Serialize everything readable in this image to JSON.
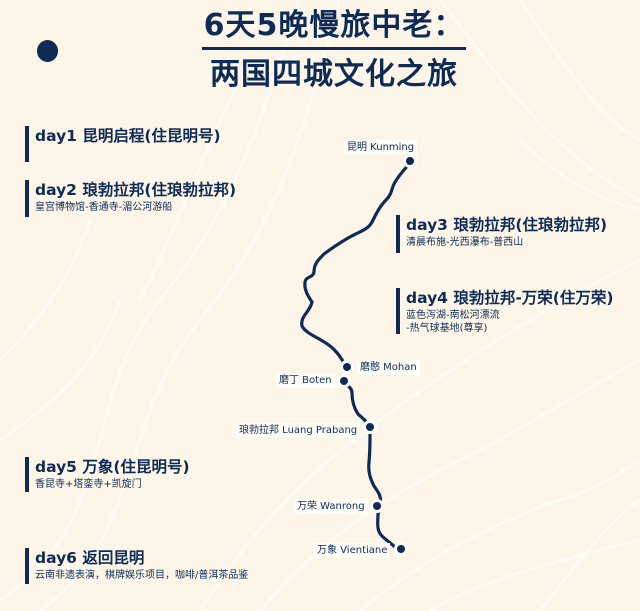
{
  "title": {
    "line1": "6天5晚慢旅中老：",
    "line2": "两国四城文化之旅"
  },
  "colors": {
    "primary": "#0d2b56",
    "background": "#fdf6e8",
    "label_bg": "#fffdf7"
  },
  "itinerary": [
    {
      "day": "day1",
      "title": "day1 昆明启程(住昆明号)",
      "desc": ""
    },
    {
      "day": "day2",
      "title": "day2 琅勃拉邦(住琅勃拉邦)",
      "desc": "皇宫博物馆-香通寺-湄公河游船"
    },
    {
      "day": "day3",
      "title": "day3 琅勃拉邦(住琅勃拉邦)",
      "desc": "清晨布施-光西瀑布-普西山"
    },
    {
      "day": "day4",
      "title": "day4 琅勃拉邦-万荣(住万荣)",
      "desc_line1": "蓝色泻湖-南松河漂流",
      "desc_line2": "-热气球基地(尊享)"
    },
    {
      "day": "day5",
      "title": "day5 万象(住昆明号)",
      "desc": "香昆寺+塔銮寺+凯旋门"
    },
    {
      "day": "day6",
      "title": "day6 返回昆明",
      "desc": "云南非遗表演，棋牌娱乐项目，咖啡/普洱茶品鉴"
    }
  ],
  "route": {
    "stops": [
      {
        "name": "昆明 Kunming"
      },
      {
        "name": "磨憨 Mohan"
      },
      {
        "name": "磨丁 Boten"
      },
      {
        "name": "琅勃拉邦 Luang Prabang"
      },
      {
        "name": "万荣 Wanrong"
      },
      {
        "name": "万象 Vientiane"
      }
    ]
  }
}
